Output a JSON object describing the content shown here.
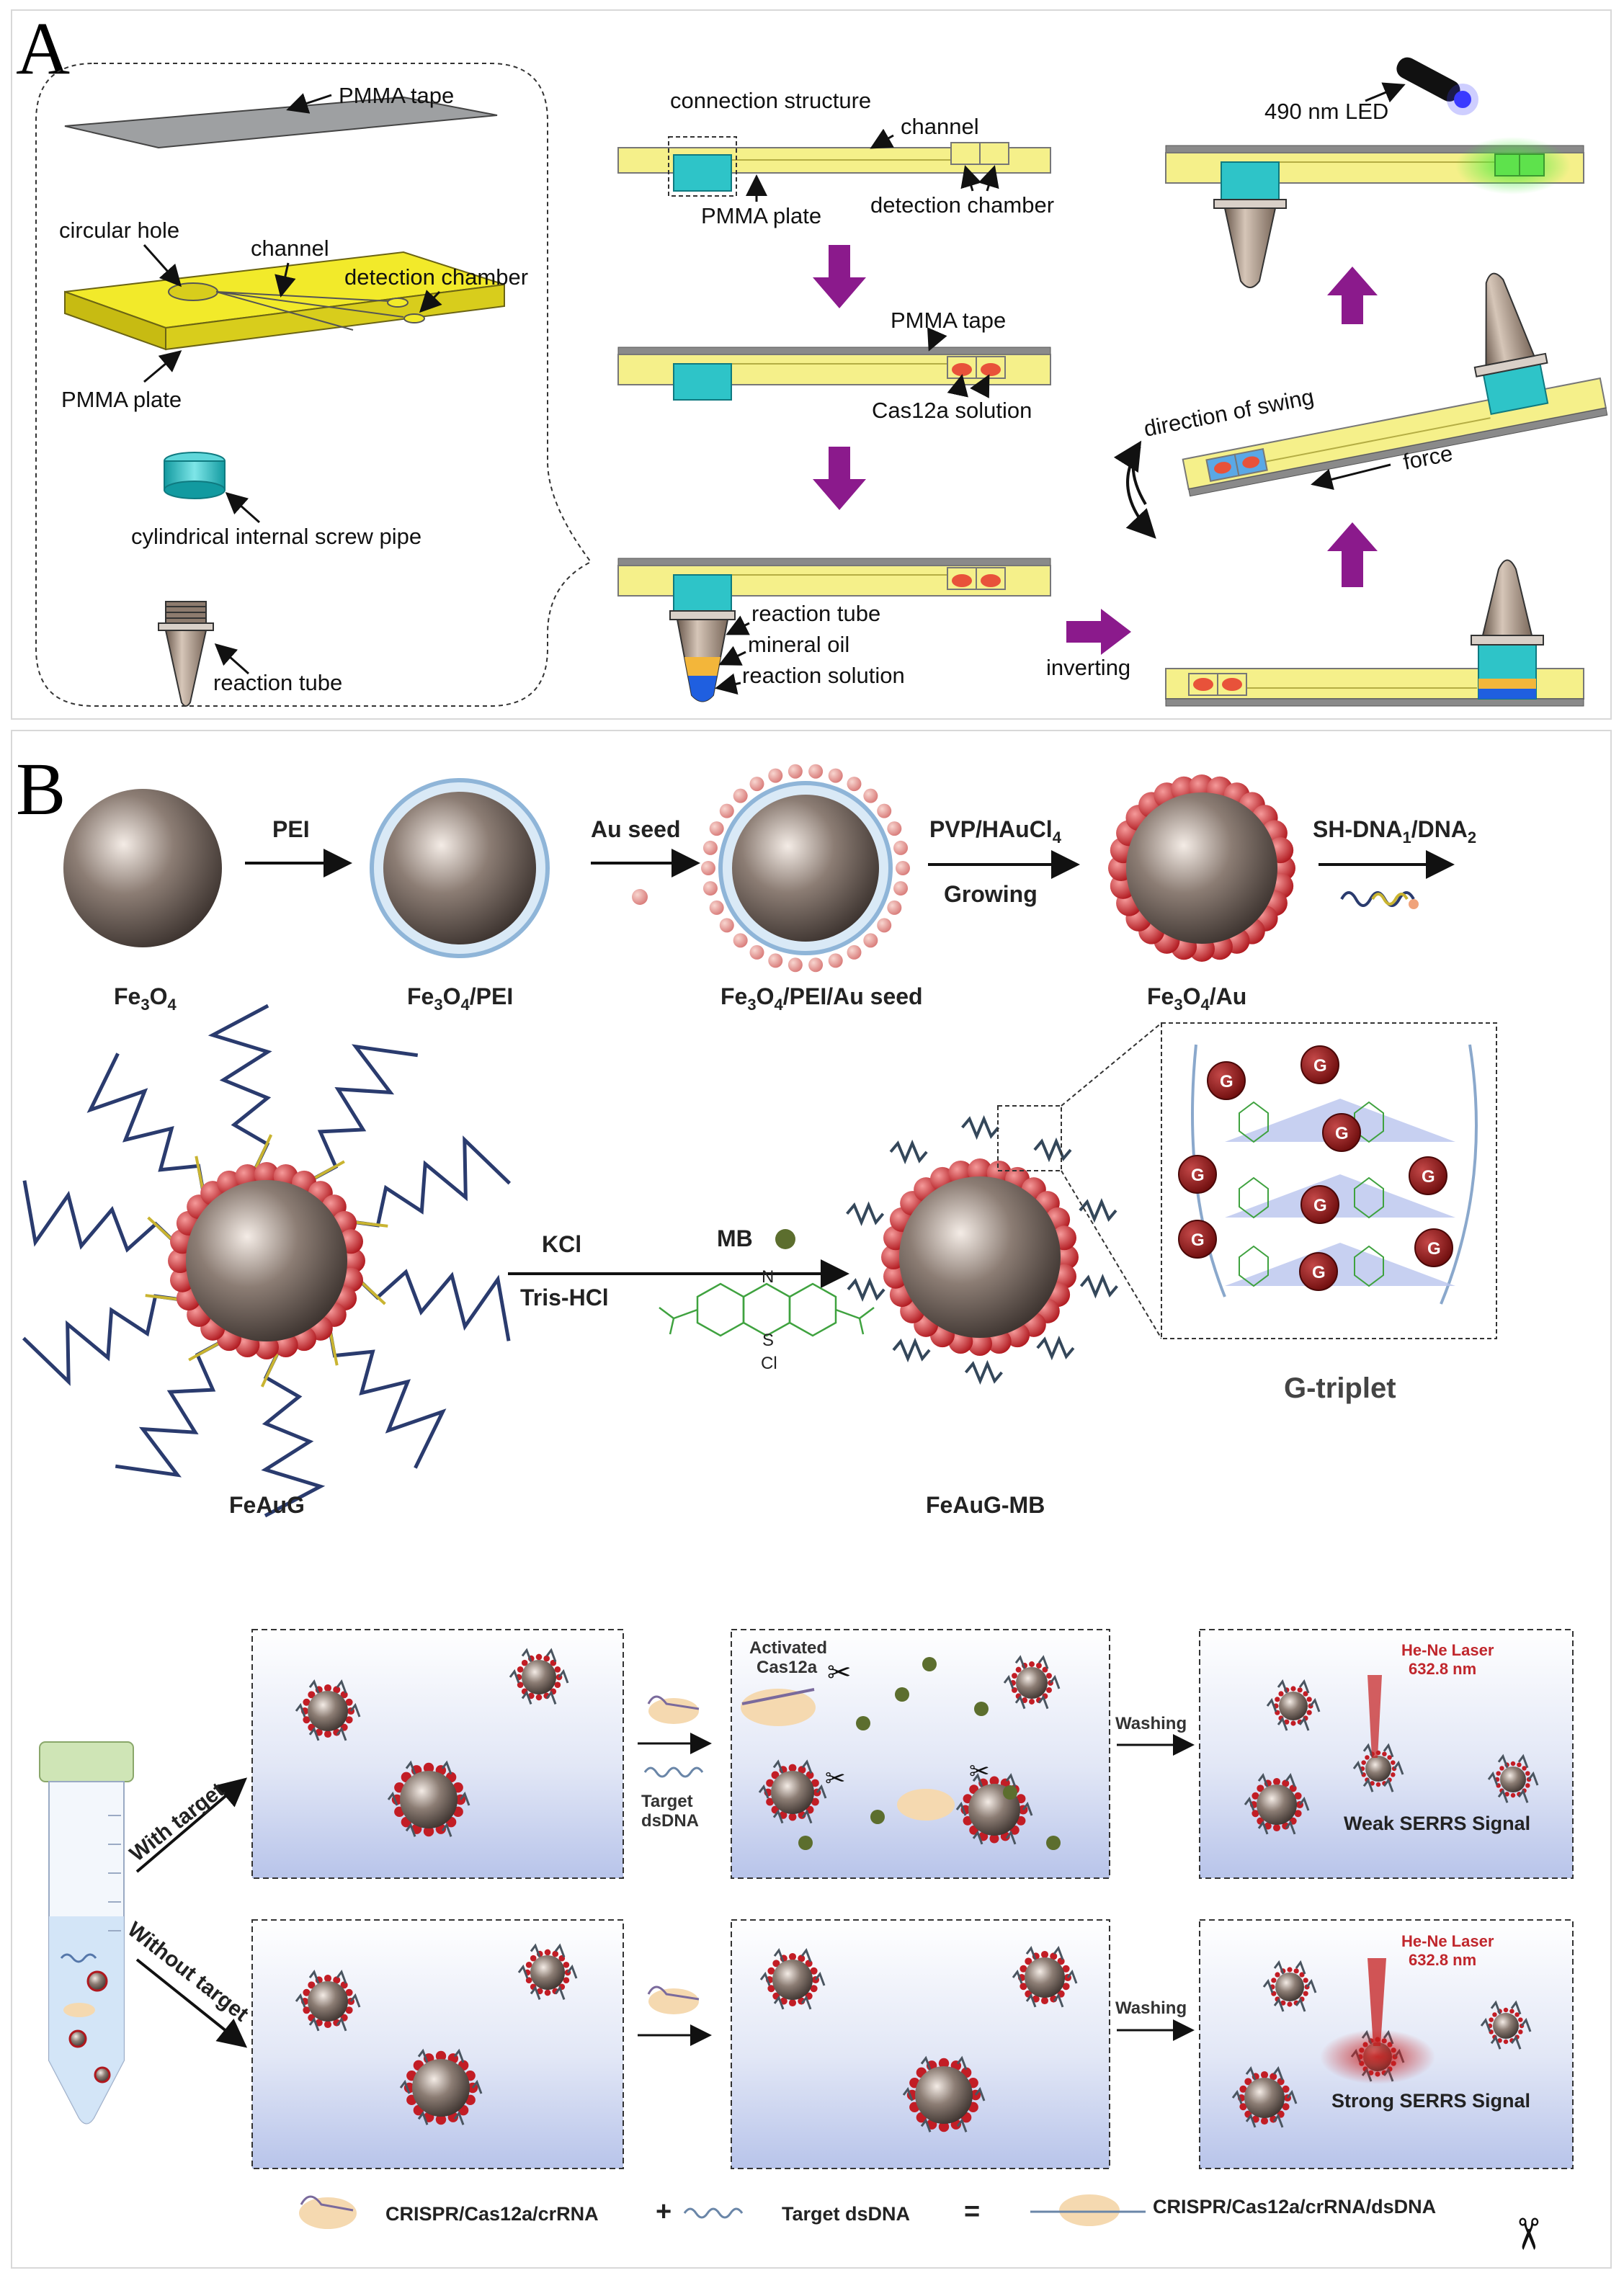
{
  "panel_a": {
    "letter": "A",
    "exploded": {
      "pmma_tape": "PMMA tape",
      "circular_hole": "circular hole",
      "channel": "channel",
      "detection_chamber": "detection chamber",
      "pmma_plate": "PMMA plate",
      "screw_pipe": "cylindrical internal screw pipe",
      "reaction_tube": "reaction tube"
    },
    "steps": {
      "connection_structure": "connection structure",
      "channel": "channel",
      "pmma_plate": "PMMA plate",
      "detection_chamber": "detection chamber",
      "pmma_tape": "PMMA tape",
      "cas12a_solution": "Cas12a solution",
      "reaction_tube": "reaction tube",
      "mineral_oil": "mineral oil",
      "reaction_solution": "reaction solution",
      "inverting": "inverting",
      "direction_of_swing": "direction of swing",
      "force": "force",
      "led": "490 nm LED"
    }
  },
  "panel_b": {
    "letter": "B",
    "synthesis": {
      "fe3o4": "Fe3O4",
      "fe3o4_pei": "Fe3O4/PEI",
      "fe3o4_pei_au": "Fe3O4/PEI/Au seed",
      "fe3o4_au": "Fe3O4/Au",
      "pei": "PEI",
      "au_seed": "Au seed",
      "pvp": "PVP/HAuCl4",
      "growing": "Growing",
      "sh_dna": "SH-DNA1/DNA2"
    },
    "assembly": {
      "feaug": "FeAuG",
      "kcl": "KCl",
      "tris": "Tris-HCl",
      "mb": "MB",
      "feaug_mb": "FeAuG-MB",
      "g_triplet": "G-triplet",
      "g": "G"
    },
    "detection": {
      "with_target": "With target",
      "without_target": "Without target",
      "activated": "Activated",
      "cas12a": "Cas12a",
      "target": "Target",
      "dsdna": "dsDNA",
      "washing": "Washing",
      "laser": "He-Ne Laser",
      "wavelength": "632.8 nm",
      "weak": "Weak SERRS Signal",
      "strong": "Strong SERRS Signal"
    },
    "legend": {
      "complex": "CRISPR/Cas12a/crRNA",
      "plus": "+",
      "target": "Target dsDNA",
      "equals": "=",
      "product": "CRISPR/Cas12a/crRNA/dsDNA"
    }
  },
  "colors": {
    "plate": "#f5f08a",
    "chamber": "#e8523a",
    "cyan": "#2ec4c8",
    "purple": "#8b1a8c",
    "core": "#7a6a62",
    "gold_shell": "#cc1f2b",
    "pei_shell": "#b9d6ee",
    "blue_bg": "#c9d3ee"
  }
}
